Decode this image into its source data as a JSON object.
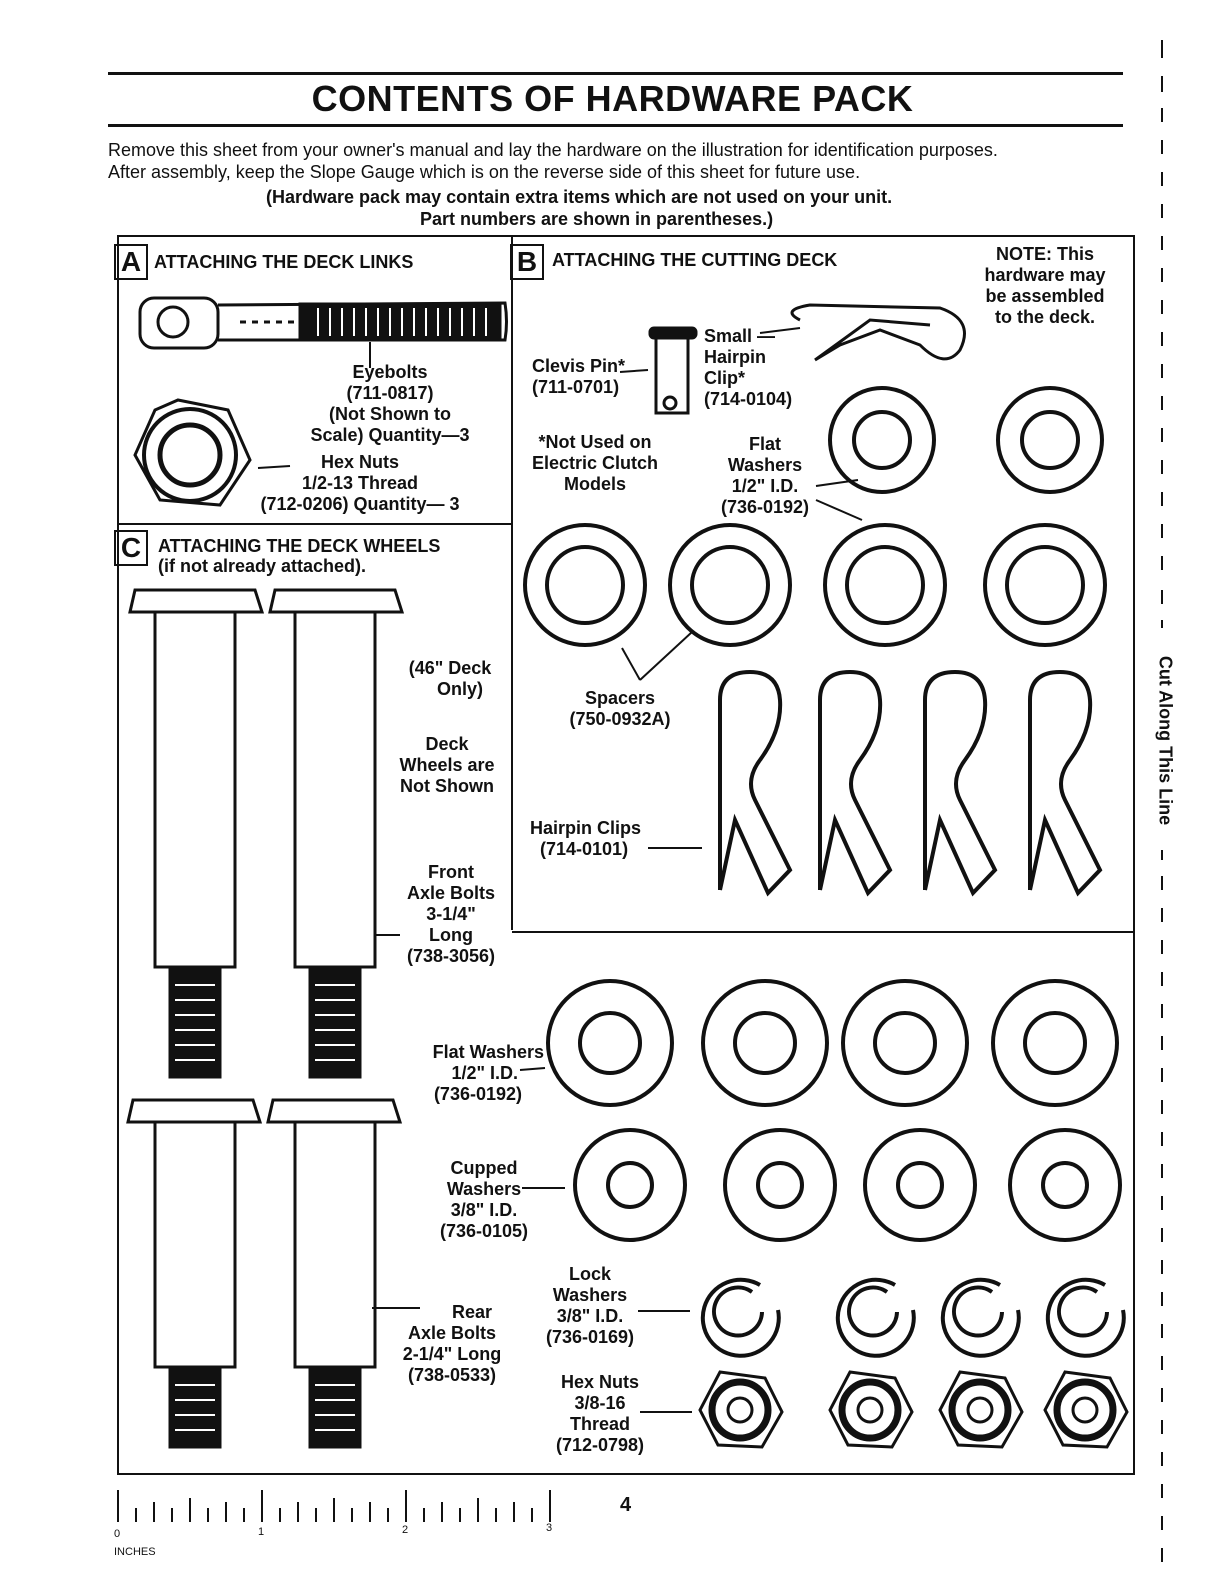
{
  "page": {
    "title": "CONTENTS OF HARDWARE PACK",
    "intro_line1": "Remove this sheet from your owner's manual and lay the hardware on the illustration for identification purposes.",
    "intro_line2": "After assembly, keep the Slope Gauge which is on the reverse side of this sheet for future use.",
    "intro_line3": "(Hardware pack may contain extra items which are not used on your unit.",
    "intro_line4": "Part numbers are shown in parentheses.)",
    "page_number": "4",
    "cut_line_text": "Cut Along This Line"
  },
  "section_a": {
    "letter": "A",
    "title": "ATTACHING THE DECK LINKS",
    "eyebolt_label": [
      "Eyebolts",
      "(711-0817)",
      "(Not Shown to",
      "Scale) Quantity—3"
    ],
    "hexnut_label": [
      "Hex Nuts",
      "1/2-13 Thread",
      "(712-0206) Quantity— 3"
    ]
  },
  "section_b": {
    "letter": "B",
    "title": "ATTACHING THE CUTTING DECK",
    "note": [
      "NOTE: This",
      "hardware may",
      "be assembled",
      "to the deck."
    ],
    "clevis_label": [
      "Clevis Pin*",
      "(711-0701)"
    ],
    "small_hairpin_label": [
      "Small —",
      "Hairpin",
      "Clip*",
      "(714-0104)"
    ],
    "not_used_label": [
      "*Not Used on",
      "Electric Clutch",
      "Models"
    ],
    "flat_washers_label": [
      "Flat",
      "Washers",
      "1/2\" I.D.",
      "(736-0192)"
    ],
    "spacers_label": [
      "Spacers",
      "(750-0932A)"
    ],
    "hairpin_clips_label": [
      "Hairpin Clips",
      "(714-0101)"
    ]
  },
  "section_c": {
    "letter": "C",
    "title": "ATTACHING THE DECK WHEELS",
    "subtitle": "(if not already attached).",
    "deck_only_label": [
      "(46\" Deck",
      "Only)"
    ],
    "wheels_label": [
      "Deck",
      "Wheels are",
      "Not Shown"
    ],
    "front_bolts_label": [
      "Front",
      "Axle Bolts",
      "3-1/4\"",
      "Long",
      "(738-3056)"
    ],
    "rear_bolts_label": [
      "Rear",
      "Axle Bolts",
      "2-1/4\" Long",
      "(738-0533)"
    ]
  },
  "lower_right": {
    "flat_washers_label": [
      "Flat Washers",
      "1/2\" I.D.",
      "(736-0192)"
    ],
    "cupped_label": [
      "Cupped",
      "Washers",
      "3/8\" I.D.",
      "(736-0105)"
    ],
    "lock_label": [
      "Lock",
      "Washers",
      "3/8\" I.D.",
      "(736-0169)"
    ],
    "hexnut_label": [
      "Hex Nuts",
      "3/8-16",
      "Thread",
      "(712-0798)"
    ]
  },
  "ruler": {
    "ticks": [
      "0",
      "1",
      "2",
      "3"
    ],
    "unit": "INCHES"
  }
}
